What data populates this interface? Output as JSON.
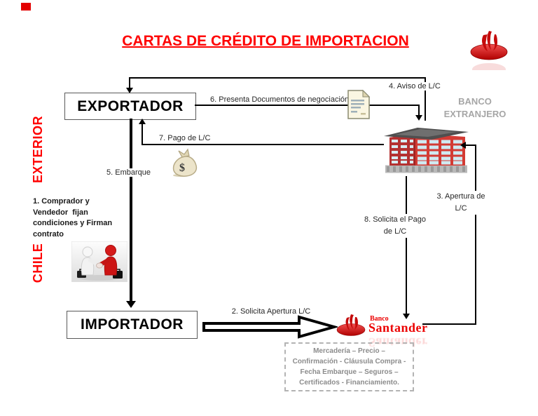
{
  "title": "CARTAS DE CRÉDITO DE IMPORTACION",
  "colors": {
    "accent_red": "#ff0000",
    "santander_red": "#ec0000",
    "building_red": "#d33b34",
    "gray_label": "#a6a6a6"
  },
  "side_labels": {
    "exterior": "EXTERIOR",
    "chile": "CHILE"
  },
  "entities": {
    "exportador": "EXPORTADOR",
    "importador": "IMPORTADOR",
    "foreign_bank": "BANCO\nEXTRANJERO",
    "santander": {
      "small": "Banco",
      "name": "Santander"
    }
  },
  "steps": {
    "s1": "1. Comprador y\nVendedor  fijan\ncondiciones y Firman\ncontrato",
    "s2": "2. Solicita Apertura L/C",
    "s3": "3. Apertura de\nL/C",
    "s4": "4. Aviso de L/C",
    "s5": "5. Embarque",
    "s6": "6. Presenta Documentos de negociación",
    "s7": "7. Pago de L/C",
    "s8": "8. Solicita el Pago\nde L/C"
  },
  "conditions_note": "Mercadería – Precio –\nConfirmación - Cláusula Compra -\nFecha Embarque – Seguros –\nCertificados  - Financiamiento.",
  "icons": {
    "flame": "santander-flame-icon",
    "document": "negotiation-documents-icon",
    "money_bag": "payment-money-bag-icon",
    "handshake": "handshake-figures-image",
    "building": "foreign-bank-building-image"
  }
}
